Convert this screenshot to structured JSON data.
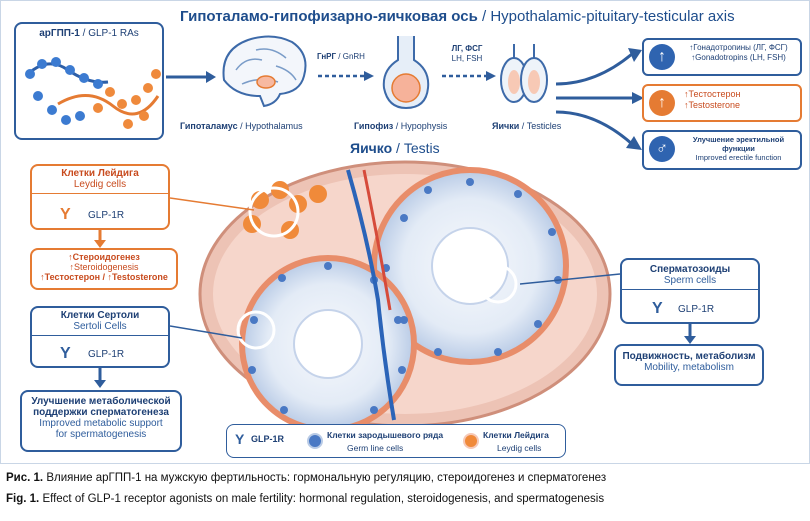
{
  "axis_title_ru": "Гипоталамо-гипофизарно-яичковая ось",
  "axis_title_en": "Hypothalamic-pituitary-testicular axis",
  "glp1_box": {
    "ru": "арГПП-1",
    "en": "GLP-1 RAs"
  },
  "hypothalamus": {
    "ru": "Гипоталамус",
    "en": "Hypothalamus"
  },
  "gnrh": {
    "ru": "ГнРГ",
    "en": "GnRH"
  },
  "pituitary": {
    "ru": "Гипофиз",
    "en": "Hypophysis"
  },
  "lh_fsh": {
    "ru": "ЛГ, ФСГ",
    "en": "LH, FSH"
  },
  "testes": {
    "ru": "Яички",
    "en": "Testicles"
  },
  "outcomes": [
    {
      "icon": "↑",
      "ru": "↑Гонадотропины (ЛГ, ФСГ)",
      "en": "↑Gonadotropins (LH, FSH)"
    },
    {
      "icon": "↑",
      "ru": "↑Тестостерон",
      "en": "↑Testosterone"
    },
    {
      "icon": "♂",
      "ru": "Улучшение эректильной функции",
      "en": "Improved erectile function"
    }
  ],
  "testis_title": {
    "ru": "Яичко",
    "en": "Testis"
  },
  "leydig": {
    "ru": "Клетки Лейдига",
    "en": "Leydig cells",
    "receptor": "GLP-1R"
  },
  "steroid": {
    "l1": "↑Стероидогенез",
    "l2": "↑Steroidogenesis",
    "l3": "↑Тестостерон / ↑Testosterone"
  },
  "sertoli": {
    "ru": "Клетки Сертоли",
    "en": "Sertoli Cells",
    "receptor": "GLP-1R"
  },
  "sertoli_outcome": {
    "ru1": "Улучшение метаболической",
    "ru2": "поддержки сперматогенеза",
    "en1": "Improved metabolic support",
    "en2": "for spermatogenesis"
  },
  "sperm": {
    "ru": "Сперматозоиды",
    "en": "Sperm cells",
    "receptor": "GLP-1R"
  },
  "sperm_outcome": {
    "ru": "Подвижность, метаболизм",
    "en": "Mobility, metabolism"
  },
  "legend": {
    "receptor": "GLP-1R",
    "germ_ru": "Клетки зародышевого ряда",
    "germ_en": "Germ line cells",
    "leydig_ru": "Клетки Лейдига",
    "leydig_en": "Leydig cells"
  },
  "caption_ru_label": "Рис. 1.",
  "caption_ru": "Влияние арГПП-1 на мужскую фертильность: гормональную регуляцию, стероидогенез и сперматогенез",
  "caption_en_label": "Fig. 1.",
  "caption_en": "Effect of GLP-1 receptor agonists on male fertility: hormonal regulation, steroidogenesis, and spermatogenesis",
  "colors": {
    "blue": "#2f5d9c",
    "orange": "#e57b33",
    "pink": "#f6c9b8"
  }
}
